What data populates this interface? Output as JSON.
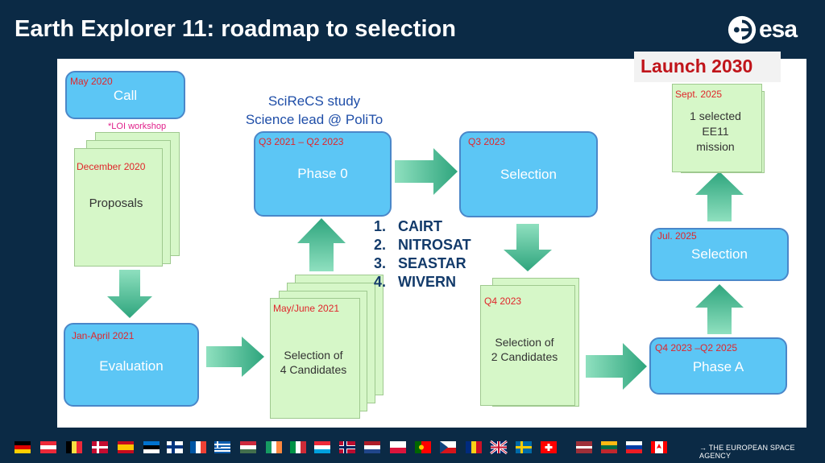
{
  "header": {
    "title": "Earth Explorer 11: roadmap to selection",
    "logo_text": "esa"
  },
  "launch": "Launch 2030",
  "study": {
    "line1": "SciReCS study",
    "line2": "Science lead @ PoliTo"
  },
  "steps": {
    "call": {
      "date": "May 2020",
      "label": "Call"
    },
    "loi": "*LOI workshop",
    "proposals": {
      "date": "December 2020",
      "label": "Proposals"
    },
    "evaluation": {
      "date": "Jan-April 2021",
      "label": "Evaluation"
    },
    "selection4": {
      "date": "May/June 2021",
      "line1": "Selection of",
      "line2": "4 Candidates"
    },
    "phase0": {
      "date": "Q3 2021 – Q2 2023",
      "label": "Phase 0"
    },
    "selection_q3": {
      "date": "Q3 2023",
      "label": "Selection"
    },
    "selection2": {
      "date": "Q4 2023",
      "line1": "Selection of",
      "line2": "2 Candidates"
    },
    "phaseA": {
      "date": "Q4 2023 –Q2 2025",
      "label": "Phase A"
    },
    "selection_jul": {
      "date": "Jul. 2025",
      "label": "Selection"
    },
    "final": {
      "date": "Sept. 2025",
      "line1": "1 selected",
      "line2": "EE11",
      "line3": "mission"
    }
  },
  "candidates": [
    {
      "num": "1.",
      "name": "CAIRT"
    },
    {
      "num": "2.",
      "name": "NITROSAT"
    },
    {
      "num": "3.",
      "name": "SEASTAR"
    },
    {
      "num": "4.",
      "name": "WIVERN"
    }
  ],
  "footer": {
    "agency": "→ THE EUROPEAN SPACE AGENCY",
    "flags": [
      "Germany",
      "Austria",
      "Belgium",
      "Denmark",
      "Spain",
      "Estonia",
      "Finland",
      "France",
      "Greece",
      "Hungary",
      "Ireland",
      "Italy",
      "Luxembourg",
      "Norway",
      "Netherlands",
      "Poland",
      "Portugal",
      "Czech Republic",
      "Romania",
      "United Kingdom",
      "Sweden",
      "Switzerland",
      "Latvia",
      "Lithuania",
      "Slovenia",
      "Canada"
    ]
  },
  "colors": {
    "background": "#0b2a45",
    "process_box": "#5cc6f5",
    "document": "#d6f7c8",
    "arrow": "#3fb58a",
    "date_text": "#e0262b",
    "launch_text": "#c0141a"
  }
}
